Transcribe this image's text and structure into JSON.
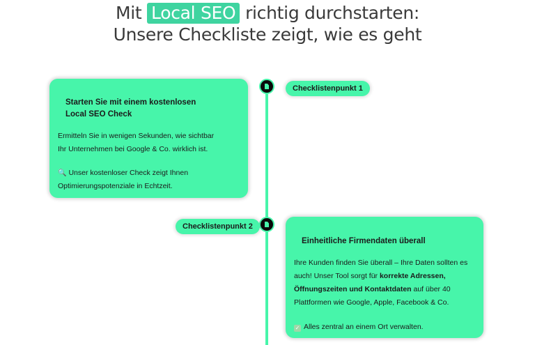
{
  "headline": {
    "prefix": "Mit",
    "highlight": "Local SEO",
    "suffix": "richtig durchstarten:",
    "line2": "Unsere Checkliste zeigt, wie es geht"
  },
  "colors": {
    "accent": "#47f5aa",
    "highlight_bg": "#3fd4a0",
    "node_bg": "#0a0a0a",
    "headline_text": "#3a3a3a"
  },
  "timeline": {
    "items": [
      {
        "label": "Checklistenpunkt 1",
        "icon": "document-icon",
        "title": "Starten Sie mit einem kostenlosen Local SEO Check",
        "paragraph1": "Ermitteln Sie in wenigen Sekunden, wie sichtbar Ihr Unternehmen bei Google & Co. wirklich ist.",
        "note_icon": "🔍",
        "note": "Unser kostenloser Check zeigt Ihnen Optimierungspotenziale in Echtzeit."
      },
      {
        "label": "Checklistenpunkt 2",
        "icon": "document-icon",
        "title": "Einheitliche Firmendaten überall",
        "paragraph1_a": "Ihre Kunden finden Sie überall – Ihre Daten sollten es auch! Unser Tool sorgt für ",
        "paragraph1_bold": "korrekte Adressen, Öffnungszeiten und Kontaktdaten",
        "paragraph1_b": " auf über 40 Plattformen wie Google, Apple, Facebook & Co.",
        "note_icon": "✓",
        "note": "Alles zentral an einem Ort verwalten."
      }
    ]
  }
}
